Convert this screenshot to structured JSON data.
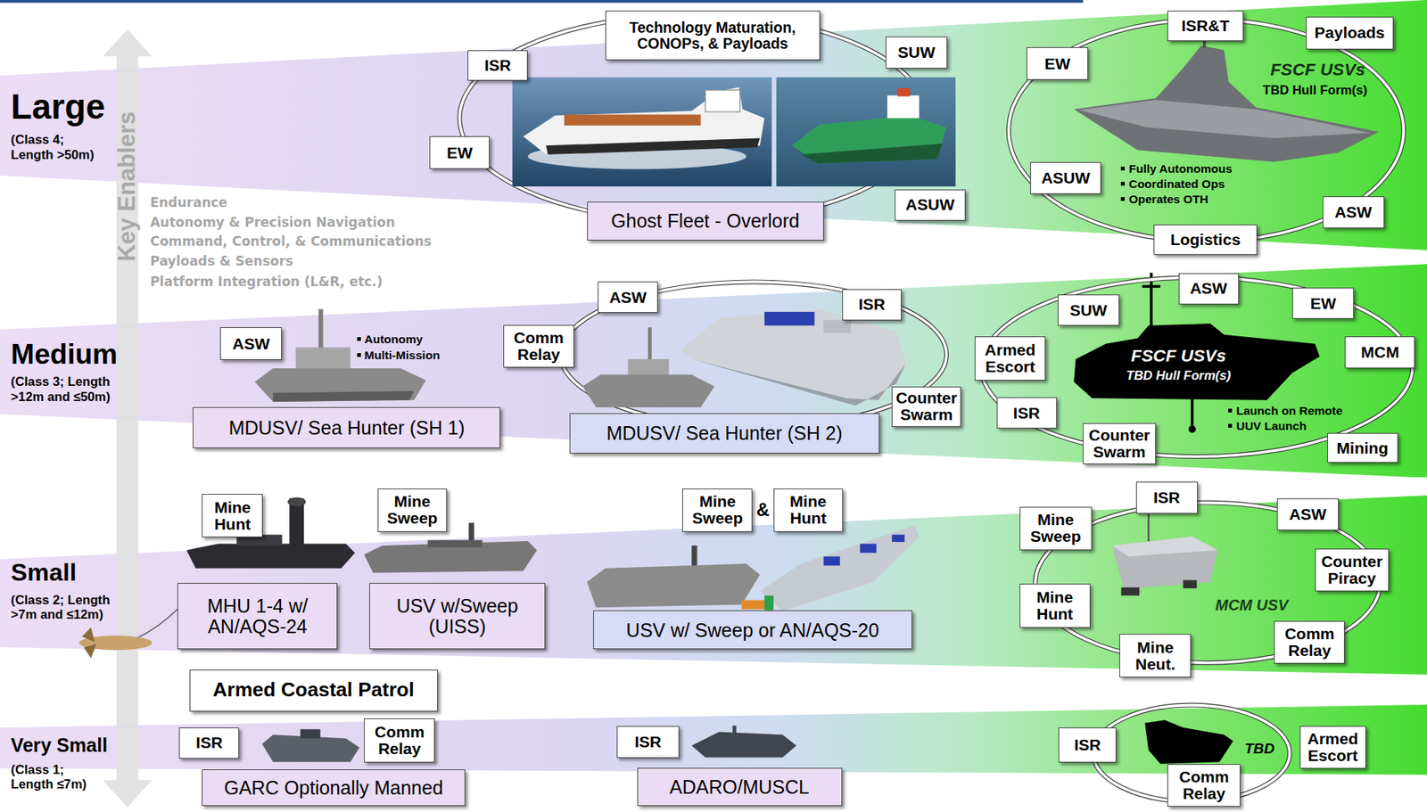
{
  "diagram": {
    "nodes": [
      {
        "text": [
          "Large",
          "(Class 4; Length >50m)"
        ]
      },
      {
        "text": [
          "Technology Maturation, CONOPs, & Payloads"
        ]
      },
      {
        "text": [
          "ISR&T"
        ]
      },
      {
        "text": [
          "Payloads"
        ]
      },
      {
        "text": [
          "ISR"
        ]
      },
      {
        "text": [
          "SUW"
        ]
      },
      {
        "text": [
          "EW"
        ]
      },
      {
        "text": [
          "FSCF USVs",
          "TBD Hull Form(s)",
          "Fully Autonomous",
          "Coordinated Ops",
          "Operates OTH"
        ]
      },
      {
        "text": [
          "EW"
        ]
      },
      {
        "text": [
          "ASUW"
        ]
      },
      {
        "text": [
          "ASUW"
        ]
      },
      {
        "text": [
          "Ghost Fleet - Overlord"
        ]
      },
      {
        "text": [
          "ASW"
        ]
      },
      {
        "text": [
          "Logistics"
        ]
      },
      {
        "text": [
          "Medium",
          "(Class 3; Length >12m and ≤50m)"
        ]
      },
      {
        "text": [
          "ASW"
        ]
      },
      {
        "text": [
          "ASW"
        ]
      },
      {
        "text": [
          "EW"
        ]
      },
      {
        "text": [
          "ISR"
        ]
      },
      {
        "text": [
          "SUW"
        ]
      },
      {
        "text": [
          "Comm Relay"
        ]
      },
      {
        "text": [
          "ASW"
        ]
      },
      {
        "text": [
          "FSCF USVs",
          "TBD Hull Form(s)",
          "Launch on Remote",
          "UUV Launch"
        ]
      },
      {
        "text": [
          "Armed Escort"
        ]
      },
      {
        "text": [
          "MCM"
        ]
      },
      {
        "text": [
          "Counter Swarm"
        ]
      },
      {
        "text": [
          "ISR"
        ]
      },
      {
        "text": [
          "MDUSV/ Sea Hunter (SH 1)"
        ]
      },
      {
        "text": [
          "MDUSV/ Sea Hunter (SH 2)"
        ]
      },
      {
        "text": [
          "Counter Swarm"
        ]
      },
      {
        "text": [
          "Mining"
        ]
      },
      {
        "text": [
          "Small",
          "(Class 2; Length >7m and ≤12m)"
        ]
      },
      {
        "text": [
          "ISR"
        ]
      },
      {
        "text": [
          "Mine Sweep"
        ]
      },
      {
        "text": [
          "Mine Sweep"
        ]
      },
      {
        "text": [
          "Mine Hunt"
        ]
      },
      {
        "text": [
          "Mine Hunt"
        ]
      },
      {
        "text": [
          "ASW"
        ]
      },
      {
        "text": [
          "Mine Sweep"
        ]
      },
      {
        "text": [
          "Counter Piracy"
        ]
      },
      {
        "text": [
          "MCM USV"
        ]
      },
      {
        "text": [
          "MHU 1-4 w/ AN/AQS-24"
        ]
      },
      {
        "text": [
          "USV w/Sweep (UISS)"
        ]
      },
      {
        "text": [
          "Mine Hunt"
        ]
      },
      {
        "text": [
          "USV w/ Sweep or AN/AQS-20"
        ]
      },
      {
        "text": [
          "Comm Relay"
        ]
      },
      {
        "text": [
          "Mine Neut."
        ]
      },
      {
        "text": [
          "Very Small",
          "(Class 1; Length ≤7m)"
        ]
      },
      {
        "text": [
          "Armed Coastal Patrol"
        ]
      },
      {
        "text": [
          "TBD"
        ]
      },
      {
        "text": [
          "ISR"
        ]
      },
      {
        "text": [
          "Comm Relay"
        ]
      },
      {
        "text": [
          "ISR"
        ]
      },
      {
        "text": [
          "ISR"
        ]
      },
      {
        "text": [
          "Armed Escort"
        ]
      },
      {
        "text": [
          "GARC Optionally Manned"
        ]
      },
      {
        "text": [
          "ADARO/MUSCL"
        ]
      },
      {
        "text": [
          "Comm Relay"
        ]
      }
    ],
    "labels": [
      "Key Enablers",
      "Endurance",
      "Autonomy & Precision Navigation",
      "Command, Control, & Communications",
      "Payloads & Sensors",
      "Platform Integration (L&R, etc.)",
      "Autonomy",
      "Multi-Mission",
      "&"
    ]
  }
}
